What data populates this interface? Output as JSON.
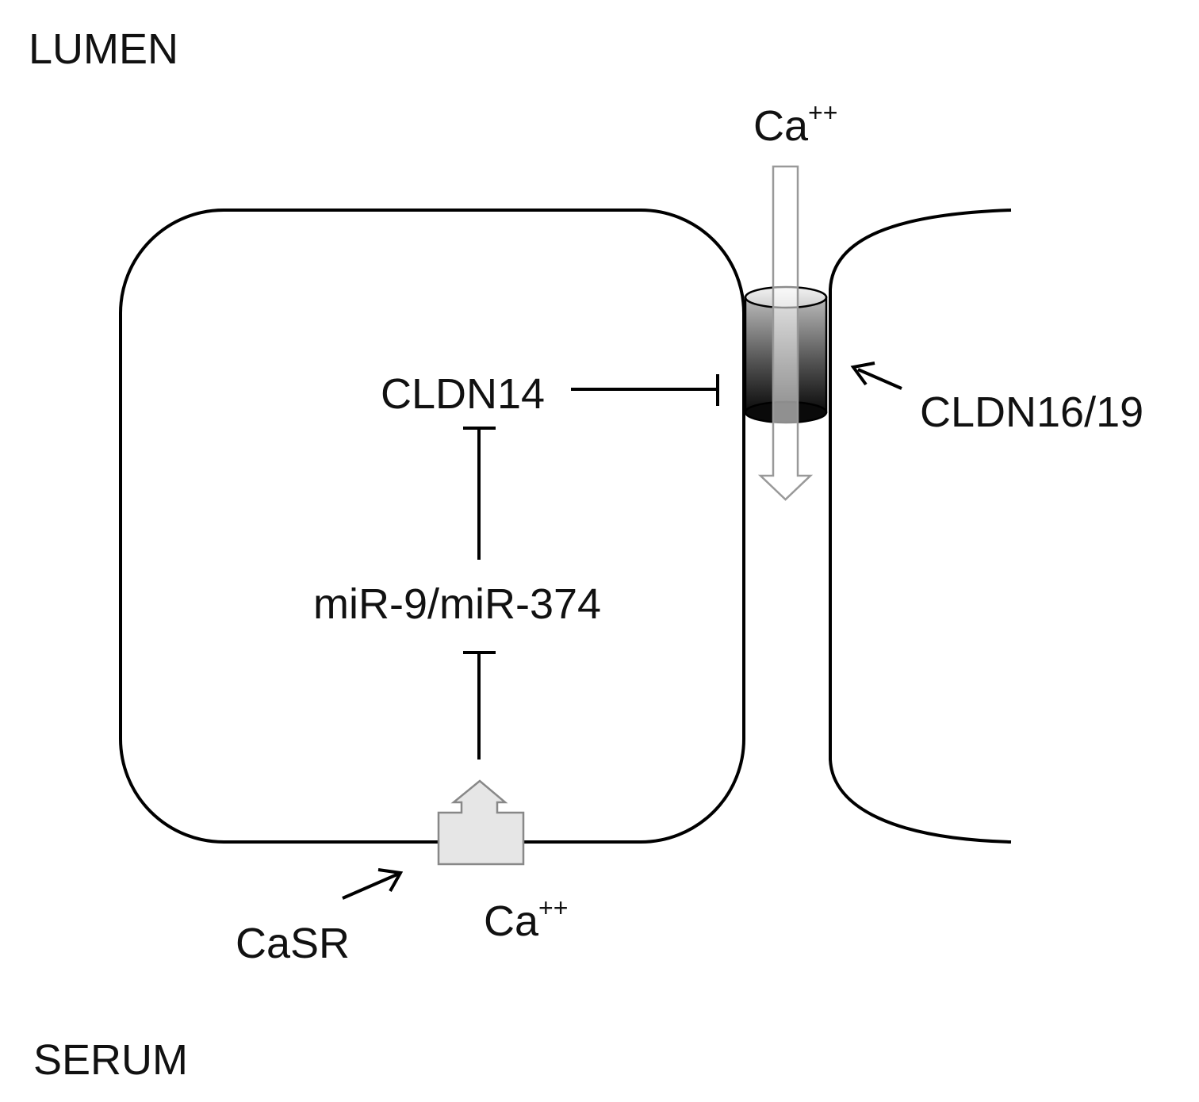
{
  "labels": {
    "lumen": "LUMEN",
    "serum": "SERUM",
    "ca_top": "Ca",
    "ca_top_sup": "++",
    "ca_bottom": "Ca",
    "ca_bottom_sup": "++",
    "cldn14": "CLDN14",
    "cldn16_19": "CLDN16/19",
    "mir": "miR-9/miR-374",
    "casr": "CaSR"
  },
  "colors": {
    "outline": "#000000",
    "channel_dark": "#111111",
    "channel_light": "#bbbbbb",
    "arrow_fill": "#ffffff",
    "arrow_stroke": "#999999",
    "receptor_fill": "#e6e6e6",
    "receptor_stroke": "#888888"
  },
  "relations": [
    {
      "from": "CaSR",
      "to": "miR-9/miR-374",
      "type": "inhibition"
    },
    {
      "from": "miR-9/miR-374",
      "to": "CLDN14",
      "type": "inhibition"
    },
    {
      "from": "CLDN14",
      "to": "CLDN16/19",
      "type": "inhibition"
    }
  ]
}
